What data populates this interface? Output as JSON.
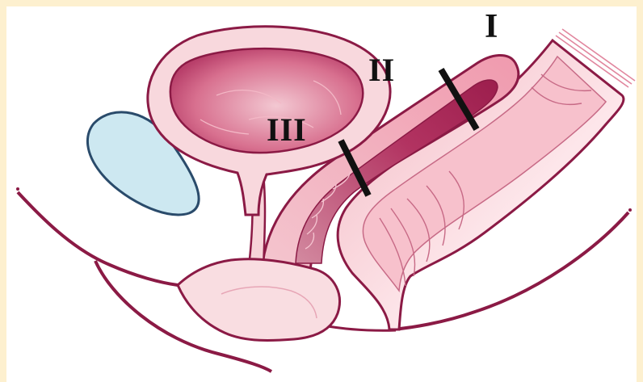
{
  "labels": {
    "zone_one": "I",
    "zone_two": "II",
    "zone_three": "III"
  },
  "colors": {
    "frame_background": "#fdf0cf",
    "panel_background": "#ffffff",
    "outline": "#8b1a45",
    "tissue_light": "#f7d3d8",
    "tissue_mid": "#f0aebb",
    "tissue_deep": "#b0245c",
    "bladder_inner": "#d9708f",
    "bone_fill": "#cde8f1",
    "bone_outline": "#2a4b6b",
    "zone_marker": "#111111"
  }
}
